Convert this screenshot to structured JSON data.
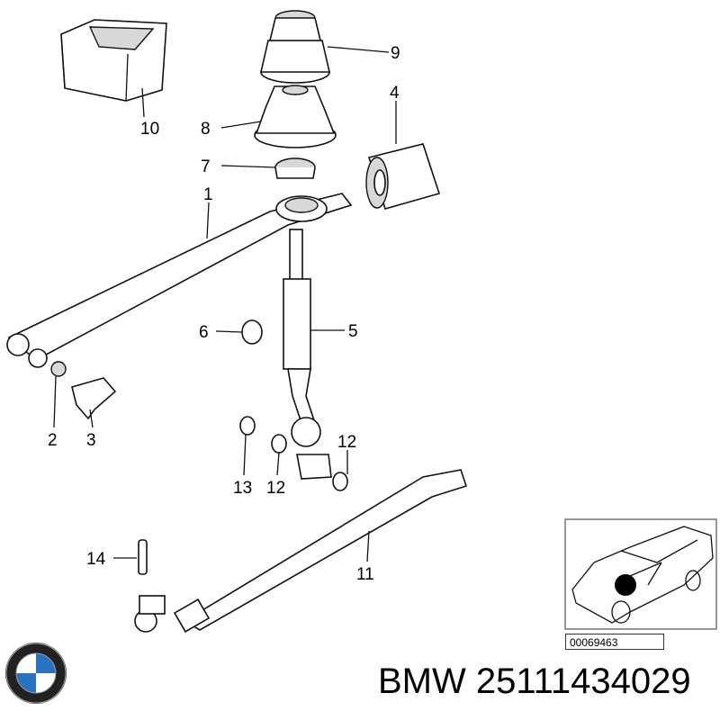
{
  "brand_text": "BMW 25111434029",
  "diagram_code": "00069463",
  "logo_icon": "bmw-roundel-logo",
  "callouts": [
    "10",
    "9",
    "8",
    "4",
    "7",
    "1",
    "6",
    "5",
    "2",
    "3",
    "12",
    "13",
    "12",
    "14",
    "11"
  ]
}
